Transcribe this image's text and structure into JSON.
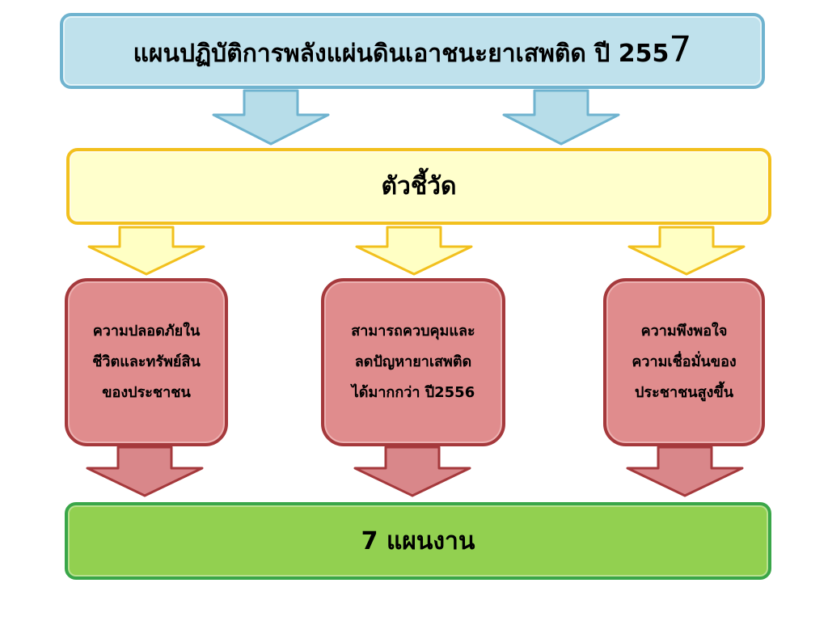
{
  "title": {
    "text": "แผนปฏิบัติการพลังแผ่นดินเอาชนะยาเสพติด ปี 255",
    "last_digit": "7"
  },
  "indicator": {
    "label": "ตัวชี้วัด"
  },
  "targets": [
    {
      "text": "ความปลอดภัยใน\nชีวิตและทรัพย์สิน\nของประชาชน"
    },
    {
      "text": "สามารถควบคุมและ\nลดปัญหายาเสพติด\nได้มากกว่า ปี2556"
    },
    {
      "text": "ความพึงพอใจ\nความเชื่อมั่นของ\nประชาชนสูงขึ้น"
    }
  ],
  "result": {
    "label": "7 แผนงาน"
  },
  "colors": {
    "blue_fill": "#bfe1ec",
    "blue_border": "#6fb3cf",
    "yellow_fill": "#ffffcc",
    "yellow_border": "#f2c01e",
    "red_fill": "#e08c8d",
    "red_border": "#a5393c",
    "green_fill": "#92d050",
    "green_border": "#3aa649"
  }
}
